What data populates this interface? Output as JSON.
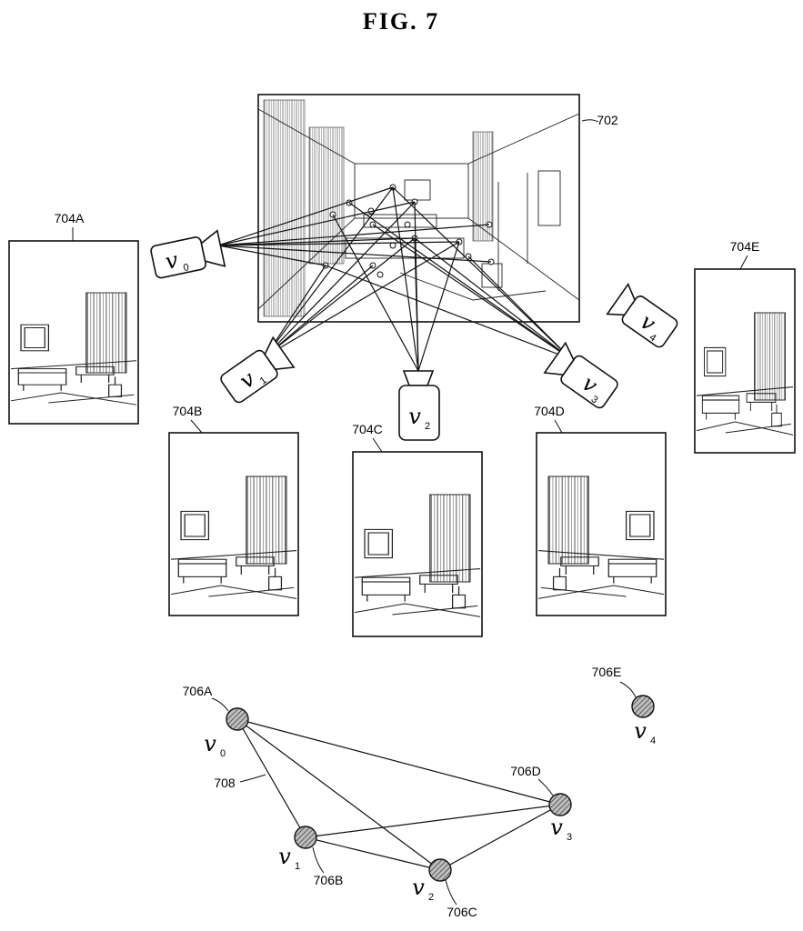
{
  "figure_title": "FIG. 7",
  "labels": {
    "main_image": "702",
    "view_a": "704A",
    "view_b": "704B",
    "view_c": "704C",
    "view_d": "704D",
    "view_e": "704E",
    "node_a": "706A",
    "node_b": "706B",
    "node_c": "706C",
    "node_d": "706D",
    "node_e": "706E",
    "edge_label": "708"
  },
  "cameras": [
    {
      "name": "v",
      "sub": "0"
    },
    {
      "name": "v",
      "sub": "1"
    },
    {
      "name": "v",
      "sub": "2"
    },
    {
      "name": "v",
      "sub": "3"
    },
    {
      "name": "v",
      "sub": "4"
    }
  ],
  "nodes": [
    {
      "name": "v",
      "sub": "0"
    },
    {
      "name": "v",
      "sub": "1"
    },
    {
      "name": "v",
      "sub": "2"
    },
    {
      "name": "v",
      "sub": "3"
    },
    {
      "name": "v",
      "sub": "4"
    }
  ],
  "graph_edges": [
    [
      "v0",
      "v1"
    ],
    [
      "v0",
      "v2"
    ],
    [
      "v0",
      "v3"
    ],
    [
      "v1",
      "v2"
    ],
    [
      "v1",
      "v3"
    ],
    [
      "v2",
      "v3"
    ]
  ],
  "colors": {
    "ink": "#111111",
    "node_fill": "#8a8a8a"
  }
}
